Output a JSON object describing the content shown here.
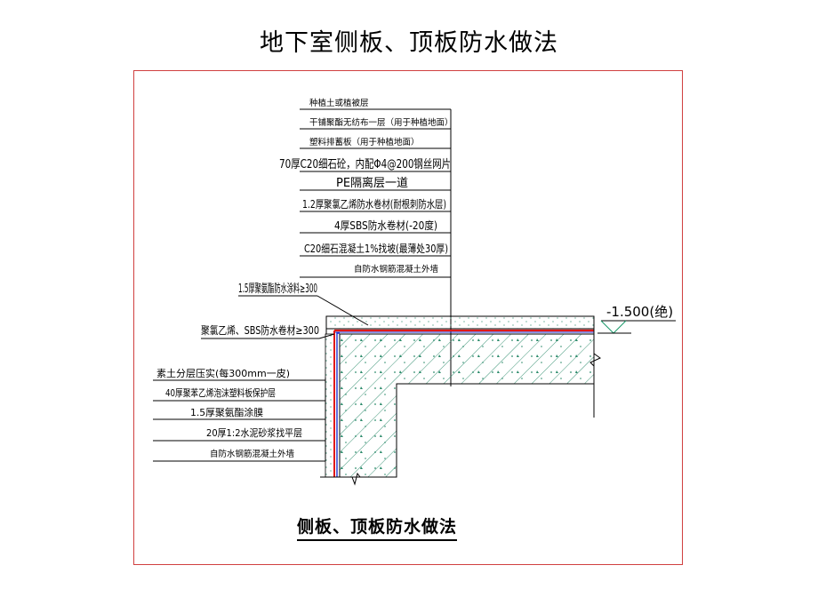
{
  "page": {
    "title": "地下室侧板、顶板防水做法",
    "caption": "侧板、顶板防水做法"
  },
  "roof_layers": [
    "种植土或植被层",
    "干铺聚酯无纺布一层（用于种植地面）",
    "塑料排蓄板（用于种植地面）",
    "70厚C20细石砼，内配Φ4@200钢丝网片",
    "PE隔离层一道",
    "1.2厚聚氯乙烯防水卷材(耐根刺防水层)",
    "4厚SBS防水卷材(-20度)",
    "C20细石混凝土1%找坡(最薄处30厚)",
    "自防水钢筋混凝土外墙"
  ],
  "notes": {
    "polyurethane": "1.5厚聚氨酯防水涂料≥300",
    "sbs_lap": "聚氯乙烯、SBS防水卷材≥300",
    "elevation": "-1.500(绝)"
  },
  "wall_layers": [
    "素土分层压实(每300mm一皮)",
    "40厚聚苯乙烯泡沫塑料板保护层",
    "1.5厚聚氨酯涂膜",
    "20厚1:2水泥砂浆找平层",
    "自防水钢筋混凝土外墙"
  ],
  "colors": {
    "frame": "#d04040",
    "concrete_hatch": "#2a8a6a",
    "waterproof_red": "#e01818",
    "waterproof_blue": "#2030d0",
    "line": "#000000"
  }
}
